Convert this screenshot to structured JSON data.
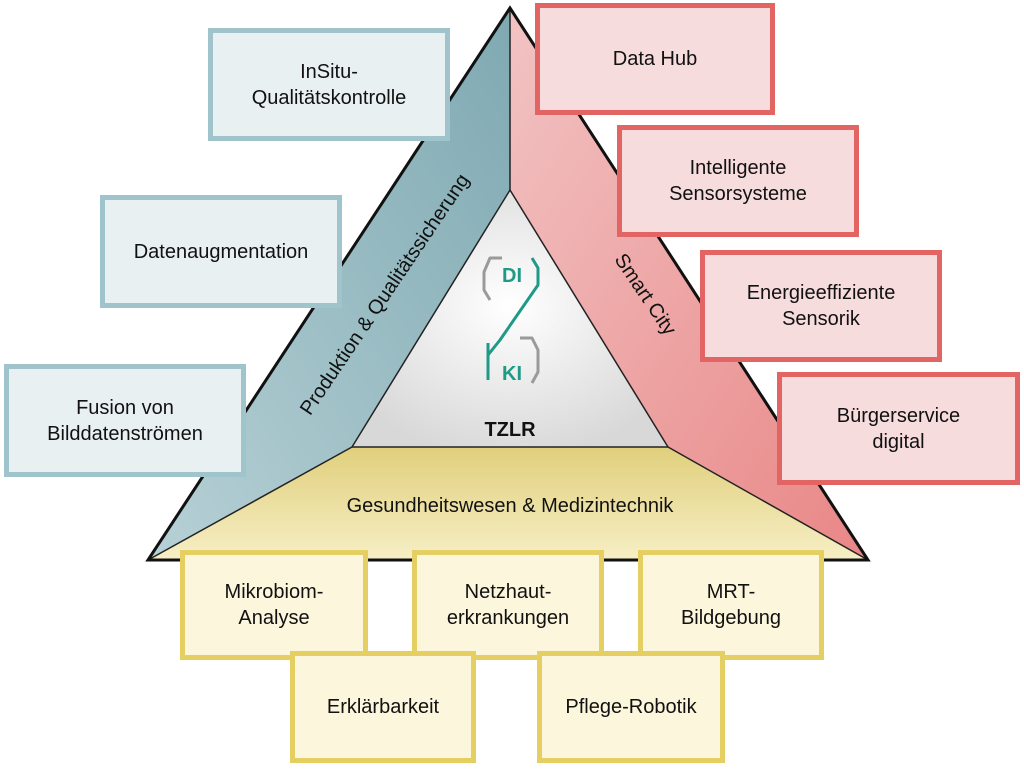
{
  "center": {
    "label": "TZLR",
    "logo": {
      "top_text": "DI",
      "bottom_text": "KI",
      "color": "#1f9a86"
    }
  },
  "sides": {
    "left": {
      "label": "Produktion & Qualitätssicherung",
      "color": "#a9c9cf"
    },
    "right": {
      "label": "Smart City",
      "color": "#ee9b9b"
    },
    "bottom": {
      "label": "Gesundheitswesen & Medizintechnik",
      "color": "#e8d98a"
    }
  },
  "production_boxes": [
    "InSitu-\nQualitätskontrolle",
    "Datenaugmentation",
    "Fusion von\nBilddatenströmen"
  ],
  "smart_city_boxes": [
    "Data Hub",
    "Intelligente\nSensorsysteme",
    "Energieeffiziente\nSensorik",
    "Bürgerservice\ndigital"
  ],
  "health_boxes": [
    "Mikrobiom-\nAnalyse",
    "Netzhaut-\nerkrankungen",
    "MRT-\nBildgebung",
    "Erklärbarkeit",
    "Pflege-Robotik"
  ]
}
